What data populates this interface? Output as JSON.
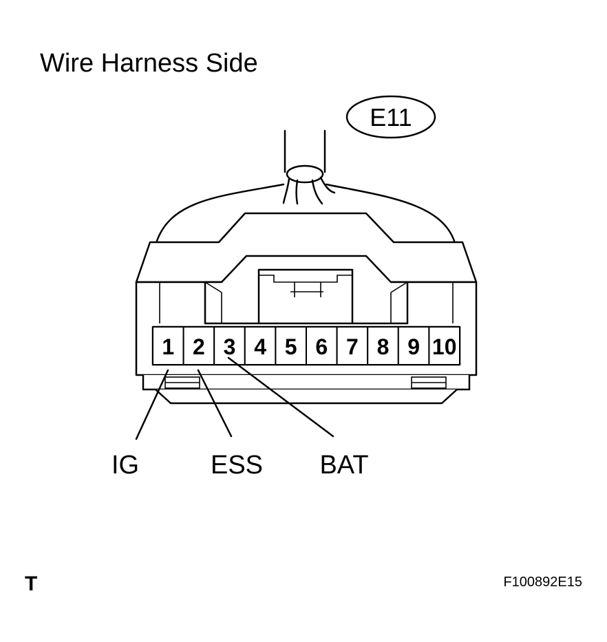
{
  "title": "Wire Harness Side",
  "connector_id": "E11",
  "pins": [
    "1",
    "2",
    "3",
    "4",
    "5",
    "6",
    "7",
    "8",
    "9",
    "10"
  ],
  "signals": [
    {
      "pin": "1",
      "label": "IG"
    },
    {
      "pin": "2",
      "label": "ESS"
    },
    {
      "pin": "3",
      "label": "BAT"
    }
  ],
  "footer": {
    "left": "T",
    "right": "F100892E15"
  }
}
